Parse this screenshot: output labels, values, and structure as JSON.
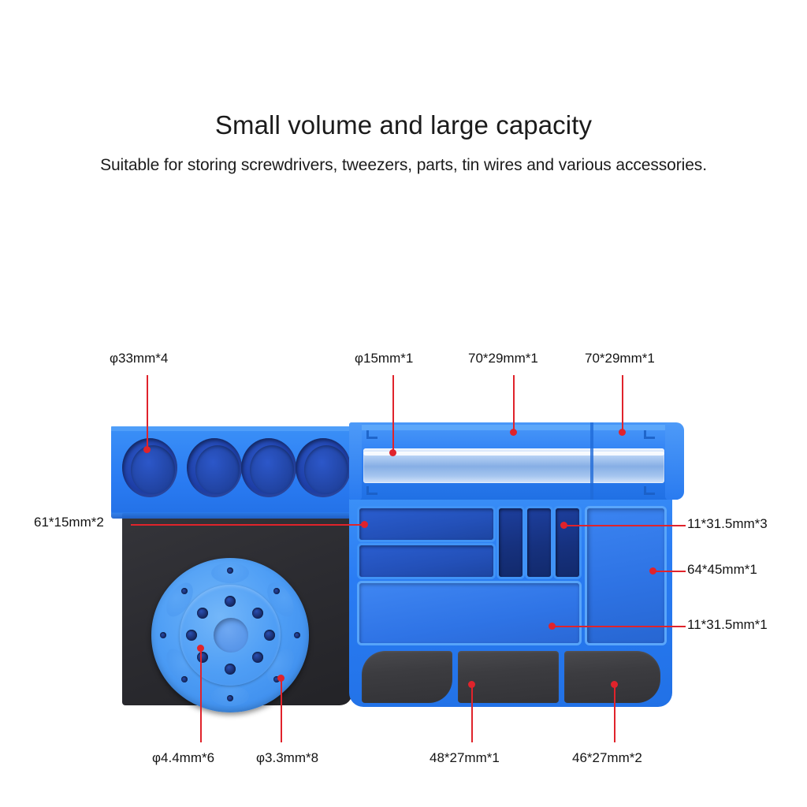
{
  "headline": "Small volume and large capacity",
  "subhead": "Suitable for storing screwdrivers, tweezers, parts, tin wires and various accessories.",
  "colors": {
    "accent_red": "#e0232b",
    "product_blue": "#2a7cf3",
    "product_blue_light": "#4d9df5",
    "well_dark_blue": "#16317e",
    "mat_black": "#2c2c31",
    "pad_gray": "#3c3c40",
    "text": "#141414",
    "background": "#ffffff"
  },
  "callouts": [
    {
      "id": "cup-holes",
      "text": "φ33mm*4",
      "position": "top-left"
    },
    {
      "id": "tube-slot",
      "text": "φ15mm*1",
      "position": "top-center-left"
    },
    {
      "id": "rail-left",
      "text": "70*29mm*1",
      "position": "top-center"
    },
    {
      "id": "rail-right",
      "text": "70*29mm*1",
      "position": "top-right"
    },
    {
      "id": "long-trays",
      "text": "61*15mm*2",
      "position": "left"
    },
    {
      "id": "narrow-slots",
      "text": "11*31.5mm*3",
      "position": "right-upper"
    },
    {
      "id": "large-bin",
      "text": "64*45mm*1",
      "position": "right-middle"
    },
    {
      "id": "wide-tray",
      "text": "11*31.5mm*1",
      "position": "right-lower"
    },
    {
      "id": "disc-holes-large",
      "text": "φ4.4mm*6",
      "position": "bottom-left"
    },
    {
      "id": "disc-holes-small",
      "text": "φ3.3mm*8",
      "position": "bottom-center-left"
    },
    {
      "id": "pad-center",
      "text": "48*27mm*1",
      "position": "bottom-center"
    },
    {
      "id": "pad-right",
      "text": "46*27mm*2",
      "position": "bottom-right"
    }
  ]
}
